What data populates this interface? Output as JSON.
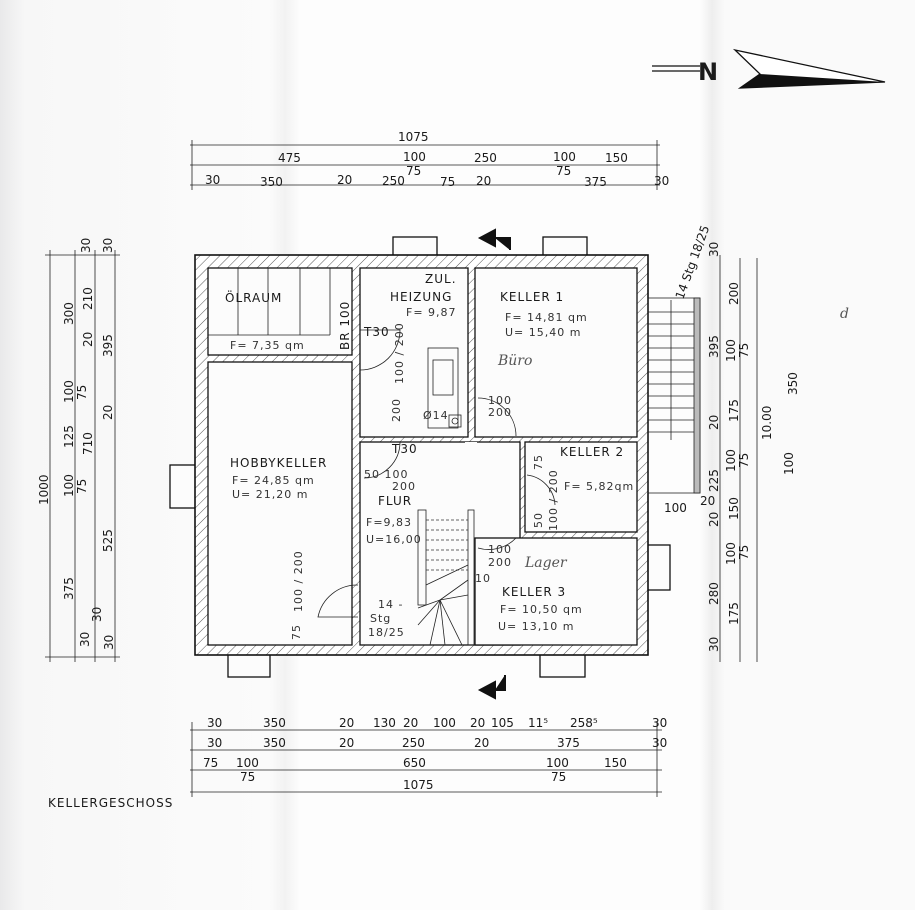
{
  "title": "KELLERGESCHOSS",
  "north_label": "N",
  "rooms": {
    "oelraum": {
      "name": "ÖLRAUM",
      "area": "F= 7,35 qm",
      "wall_note": "BR 100"
    },
    "heizung": {
      "name": "HEIZUNG",
      "area": "F= 9,87",
      "supply": "ZUL.",
      "door": "T30",
      "door_dims": "100 / 200",
      "dim_200": "200",
      "pipe": "Ø14"
    },
    "keller1": {
      "name": "KELLER 1",
      "area": "F= 14,81 qm",
      "perimeter": "U= 15,40 m",
      "note": "Büro",
      "door_dims_top": "100",
      "door_dims_bottom": "200"
    },
    "hobbykeller": {
      "name": "HOBBYKELLER",
      "area": "F= 24,85 qm",
      "perimeter": "U= 21,20 m",
      "door_dims": "100 / 200",
      "door_offset": "75"
    },
    "flur": {
      "name": "FLUR",
      "area": "F=9,83",
      "perimeter": "U=16,00",
      "door": "T30",
      "door_dims_top": "50   100",
      "door_dims_bottom": "200",
      "stairs_count": "14 -",
      "stairs_label": "Stg",
      "stairs_ratio": "18/25"
    },
    "keller2": {
      "name": "KELLER 2",
      "area": "F= 5,82qm",
      "dim_75": "75",
      "door_dims": "100 / 200",
      "dim_50": "50"
    },
    "keller3": {
      "name": "KELLER 3",
      "area": "F= 10,50 qm",
      "perimeter": "U= 13,10 m",
      "note": "Lager",
      "door_dims_top": "100",
      "door_dims_bottom": "200",
      "dim_10": "10"
    }
  },
  "exterior_stairs": {
    "label": "14 Stg 18/25",
    "dim_100": "100",
    "dim_20": "20"
  },
  "dimensions": {
    "top": {
      "row1": [
        "1075"
      ],
      "row2": [
        "475",
        "100",
        "75",
        "250",
        "100",
        "75",
        "150"
      ],
      "row3": [
        "30",
        "350",
        "20",
        "250",
        "75",
        "20",
        "375",
        "30"
      ]
    },
    "bottom": {
      "row1": [
        "30",
        "350",
        "20",
        "130",
        "20",
        "100",
        "20",
        "105",
        "11⁵",
        "258⁵",
        "30"
      ],
      "row2": [
        "30",
        "350",
        "20",
        "250",
        "20",
        "375",
        "30"
      ],
      "row3": [
        "75",
        "100",
        "75",
        "650",
        "100",
        "75",
        "150"
      ],
      "row4": [
        "1075"
      ]
    },
    "left": {
      "outer": [
        "1000"
      ],
      "col1": [
        "300",
        "100",
        "75",
        "125",
        "100",
        "75",
        "375",
        "30"
      ],
      "col2": [
        "30",
        "210",
        "20",
        "710",
        "30"
      ],
      "col3": [
        "30",
        "395",
        "20",
        "525",
        "30"
      ]
    },
    "right": {
      "col1": [
        "30",
        "395",
        "20",
        "225",
        "20",
        "280",
        "30"
      ],
      "col2": [
        "200",
        "100",
        "75",
        "175",
        "100",
        "75",
        "150",
        "100",
        "75",
        "175"
      ],
      "col3": [
        "10.00"
      ],
      "extra": [
        "350",
        "100"
      ],
      "note": "d"
    }
  }
}
